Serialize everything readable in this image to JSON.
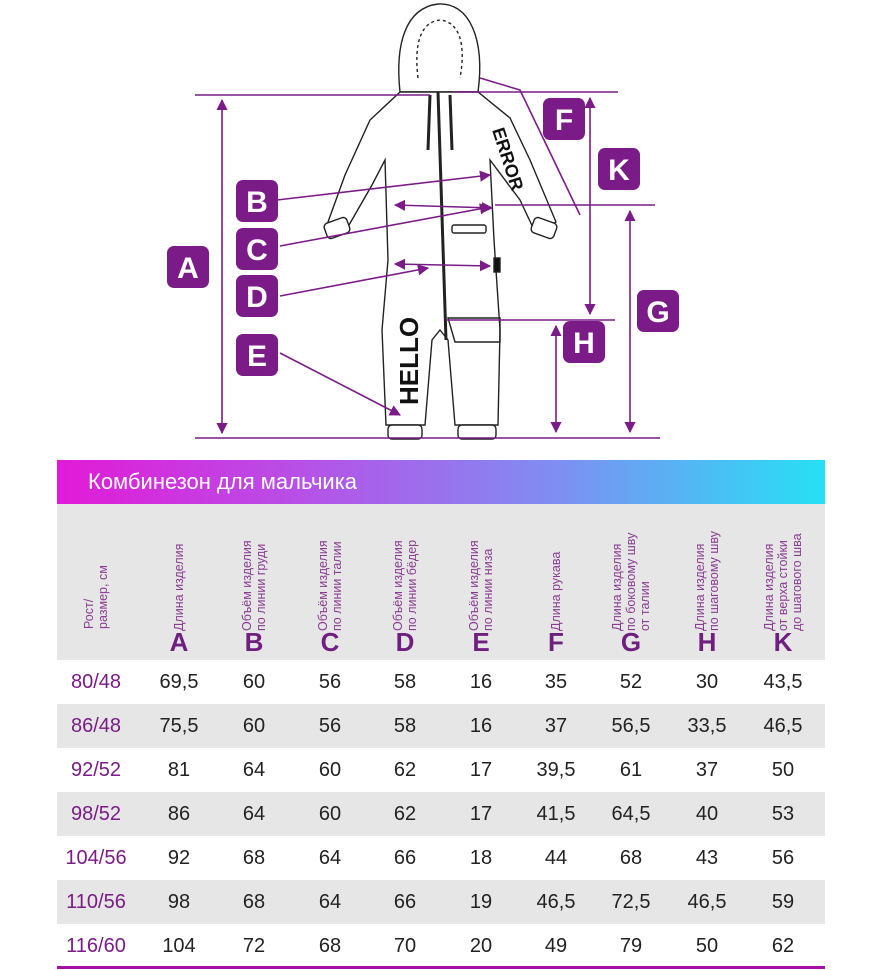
{
  "figure": {
    "print_top": "HELLO",
    "print_sleeve": "ERROR",
    "labels": [
      "A",
      "B",
      "C",
      "D",
      "E",
      "F",
      "G",
      "H",
      "K"
    ],
    "accent": "#7a1b87"
  },
  "table": {
    "title": "Комбинезон для мальчика",
    "columns": [
      {
        "label": "Рост/\nразмер, см",
        "letter": ""
      },
      {
        "label": "Длина изделия",
        "letter": "A"
      },
      {
        "label": "Объём изделия\nпо линии груди",
        "letter": "B"
      },
      {
        "label": "Объём изделия\nпо линии талии",
        "letter": "C"
      },
      {
        "label": "Объём изделия\nпо линии бёдер",
        "letter": "D"
      },
      {
        "label": "Объём изделия\nпо линии низа",
        "letter": "E"
      },
      {
        "label": "Длина рукава",
        "letter": "F"
      },
      {
        "label": "Длина изделия\nпо боковому шву\nот талии",
        "letter": "G"
      },
      {
        "label": "Длина изделия\nпо шаговому шву",
        "letter": "H"
      },
      {
        "label": "Длина изделия\nот верха стойки\nдо шагового шва",
        "letter": "K"
      }
    ],
    "rows": [
      [
        "80/48",
        "69,5",
        "60",
        "56",
        "58",
        "16",
        "35",
        "52",
        "30",
        "43,5"
      ],
      [
        "86/48",
        "75,5",
        "60",
        "56",
        "58",
        "16",
        "37",
        "56,5",
        "33,5",
        "46,5"
      ],
      [
        "92/52",
        "81",
        "64",
        "60",
        "62",
        "17",
        "39,5",
        "61",
        "37",
        "50"
      ],
      [
        "98/52",
        "86",
        "64",
        "60",
        "62",
        "17",
        "41,5",
        "64,5",
        "40",
        "53"
      ],
      [
        "104/56",
        "92",
        "68",
        "64",
        "66",
        "18",
        "44",
        "68",
        "43",
        "56"
      ],
      [
        "110/56",
        "98",
        "68",
        "64",
        "66",
        "19",
        "46,5",
        "72,5",
        "46,5",
        "59"
      ],
      [
        "116/60",
        "104",
        "72",
        "68",
        "70",
        "20",
        "49",
        "79",
        "50",
        "62"
      ]
    ]
  }
}
